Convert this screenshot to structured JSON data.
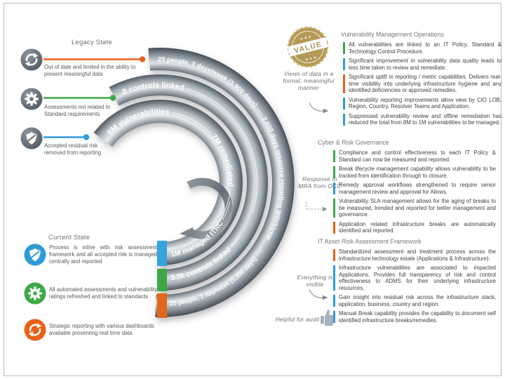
{
  "palette": {
    "orange": "#e8611a",
    "green": "#3fa748",
    "blue": "#2f9bd6",
    "gold": "#b49a57",
    "steel_dark": "#51585f",
    "steel_light": "#e2e6ea"
  },
  "legacy": {
    "title": "Legacy State",
    "items": [
      {
        "color": "orange",
        "label": "Out of date and limited in the ability to present meaningful data"
      },
      {
        "color": "green",
        "label": "Assessments not related to Standard requirements"
      },
      {
        "color": "blue",
        "label": "Accepted residual risk removed from reporting"
      }
    ]
  },
  "current": {
    "title": "Current State",
    "items": [
      {
        "color": "blue",
        "label": "Process is inline with risk assessment framework and all accepted risk is managed centrally and reported"
      },
      {
        "color": "green",
        "label": "All automated  assessments and vulnerability ratings refreshed and linked to standards"
      },
      {
        "color": "orange",
        "label": "Strategic reporting with various dashboards available presenting real time data"
      }
    ]
  },
  "spiral": {
    "outer_start": "25 people, 3 days/week (3,900 days) ── 2,600 days resource reporting WINS/year",
    "outer_end": "25 people, 1 day/week (1,300 days) ──",
    "middle_start": "0 controls linked ────────────────────────────",
    "middle_end": "3.5k controls linked ───",
    "inner_start": "8M vulnerabilities ────────  7M remediated ────────",
    "inner_end": "1M managed ITRC ────"
  },
  "badge": {
    "label": "VALUE",
    "stars": "★ ★ ★"
  },
  "notes": {
    "views": "Views of data in a formal, meaningful manner",
    "mra": "Response to MRA from OCC",
    "visible": "Everything is visible",
    "audit": "Helpful for audit"
  },
  "right": {
    "sections": [
      {
        "title": "Vulnerability Management Operations",
        "items": [
          {
            "color": "green",
            "text": "All vulnerabilities are linked to an IT Policy, Standard & Technology Control Procedure."
          },
          {
            "color": "blue",
            "text": "Significant improvement in vulnerability data quality leads to less time taken to review and remediate."
          },
          {
            "color": "orange",
            "text": "Significant uplift in reporting / metric capabilities. Delivers real-time visibility into underlying infrastructure hygiene and any identified deficiencies or approved remedies."
          },
          {
            "color": "blue",
            "text": "Vulnerability reporting improvements allow view by CIO LOB, Region, Country, Resolver Teams and Application."
          },
          {
            "color": "blue",
            "text": "Suppressed vulnerability review and offline remediation has reduced the total from 8M to 1M vulnerabilities to be managed."
          }
        ]
      },
      {
        "title": "Cyber & Risk Governance",
        "items": [
          {
            "color": "green",
            "text": "Compliance and control effectiveness to each IT Policy & Standard can now be measured and reported."
          },
          {
            "color": "green",
            "text": "Break lifecycle management capability allows vulnerability to be tracked from identification through to closure."
          },
          {
            "color": "blue",
            "text": "Remedy approval workflows strengthened to require senior management review and approval for Allows."
          },
          {
            "color": "green",
            "text": "Vulnerability SLA management allows for the aging of breaks to be measured, trended and reported for better management and governance."
          },
          {
            "color": "orange",
            "text": "Application related infrastructure breaks are automatically identified and reported."
          }
        ]
      },
      {
        "title": "IT Asset Risk Assessment Framework",
        "items": [
          {
            "color": "orange",
            "text": "Standardized assessment and treatment process across the infrastructure technology estate (Applications & Infrastructure)."
          },
          {
            "color": "blue",
            "text": "Infrastructure vulnerabilities are associated to impacted Applications. Provides full transparency of risk and control effectiveness to ADMS for their underlying infrastructure resources."
          },
          {
            "color": "blue",
            "text": "Gain insight into residual risk across the infrastructure stack, application, business, country and region."
          },
          {
            "color": "blue",
            "text": "Manual Break capability provides the capability to document self identified infrastructure breaks/remedies."
          }
        ]
      }
    ]
  }
}
